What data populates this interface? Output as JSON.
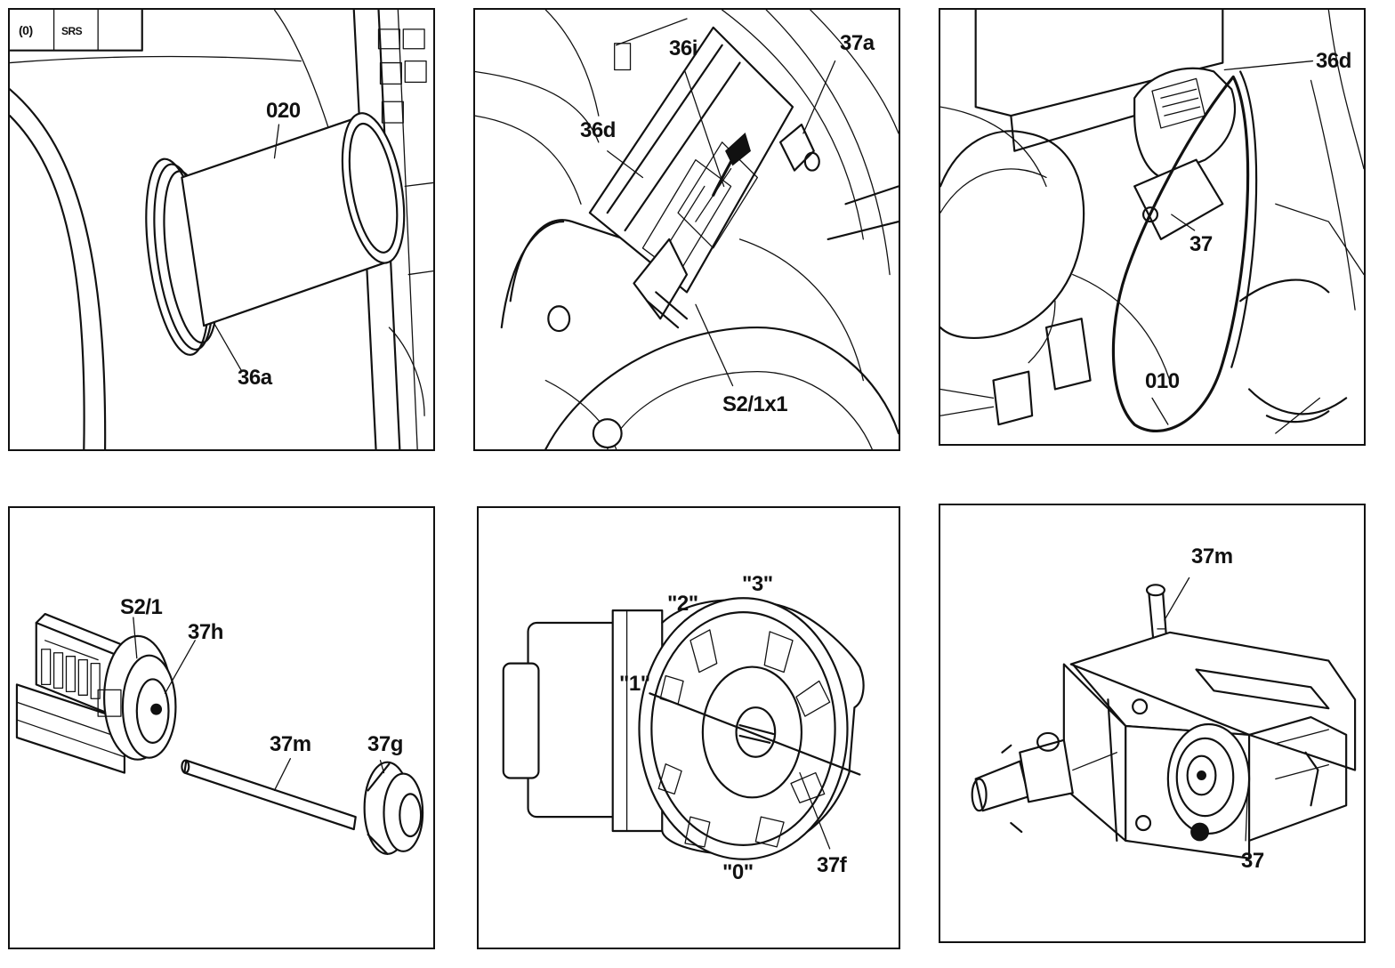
{
  "panels": [
    {
      "id": "p1",
      "badge_left": "(0)",
      "badge_right": "SRS",
      "labels": [
        "020",
        "36a"
      ]
    },
    {
      "id": "p2",
      "labels": [
        "36i",
        "37a",
        "36d",
        "S2/1x1"
      ]
    },
    {
      "id": "p3",
      "labels": [
        "36d",
        "37",
        "010"
      ]
    },
    {
      "id": "p4",
      "labels": [
        "S2/1",
        "37h",
        "37m",
        "37g"
      ]
    },
    {
      "id": "p5",
      "labels": [
        "\"3\"",
        "\"2\"",
        "\"1\"",
        "\"0\"",
        "37f"
      ]
    },
    {
      "id": "p6",
      "labels": [
        "37m",
        "37"
      ]
    }
  ]
}
